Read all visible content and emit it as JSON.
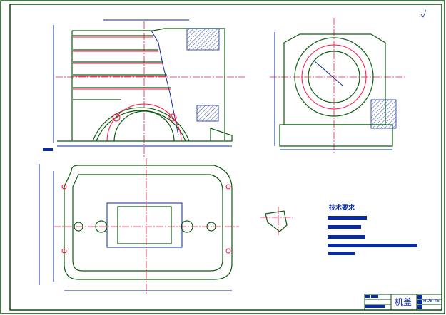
{
  "drawing": {
    "colors": {
      "border": "#0b4a10",
      "outline": "#0b5a10",
      "dimension": "#0a2a9a",
      "centerline": "#ff1040"
    },
    "tech_requirements_title": "技术要求",
    "title_block": {
      "part_name": "机盖",
      "drawing_number": "HDB-45"
    }
  }
}
